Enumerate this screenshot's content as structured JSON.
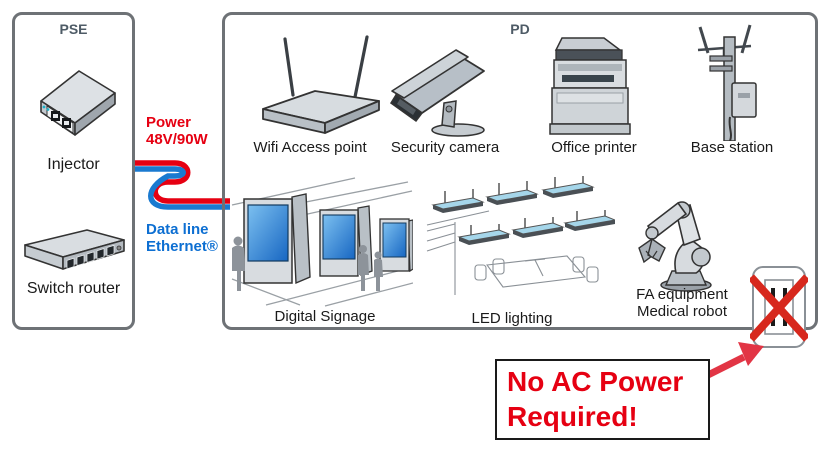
{
  "pse_panel": {
    "title": "PSE",
    "injector_label": "Injector",
    "switch_label": "Switch router"
  },
  "connection": {
    "power_line1": "Power",
    "power_line2": "48V/90W",
    "data_line1": "Data line",
    "data_line2": "Ethernet®"
  },
  "pd_panel": {
    "title": "PD",
    "devices": {
      "wifi": "Wifi Access point",
      "camera": "Security camera",
      "printer": "Office printer",
      "base": "Base station",
      "signage": "Digital Signage",
      "led": "LED lighting",
      "fa_line1": "FA equipment",
      "fa_line2": "Medical robot"
    }
  },
  "annotation": {
    "line1": "No AC Power",
    "line2": "Required!"
  },
  "colors": {
    "power_red": "#e60012",
    "data_blue": "#0d6fd2",
    "cable_red": "#e60012",
    "cable_blue": "#1a7ad0",
    "arrow_red": "#e23545",
    "x_red": "#d7281d",
    "panel_border": "#6e7276",
    "title_slate": "#4e5b66",
    "screen_blue_top": "#7cc0f0",
    "screen_blue_bottom": "#1766c2"
  }
}
